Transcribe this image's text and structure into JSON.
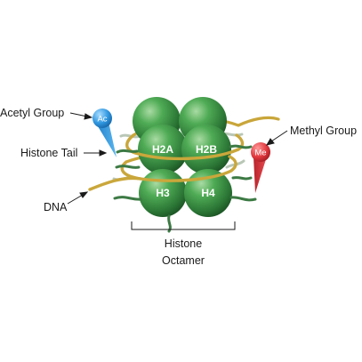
{
  "diagram": {
    "labels": {
      "acetyl_group": "Acetyl Group",
      "histone_tail": "Histone Tail",
      "dna": "DNA",
      "methyl_group": "Methyl Group",
      "histone_line1": "Histone",
      "histone_line2": "Octamer"
    },
    "histones": {
      "h2a": "H2A",
      "h2b": "H2B",
      "h3": "H3",
      "h4": "H4"
    },
    "markers": {
      "acetyl": {
        "text": "Ac",
        "color": "#3fa6e8"
      },
      "methyl": {
        "text": "Me",
        "color": "#e8343d"
      }
    },
    "colors": {
      "histone": "#3f9a4a",
      "dna": "#c9a63a",
      "tail": "#3c7a44"
    }
  }
}
